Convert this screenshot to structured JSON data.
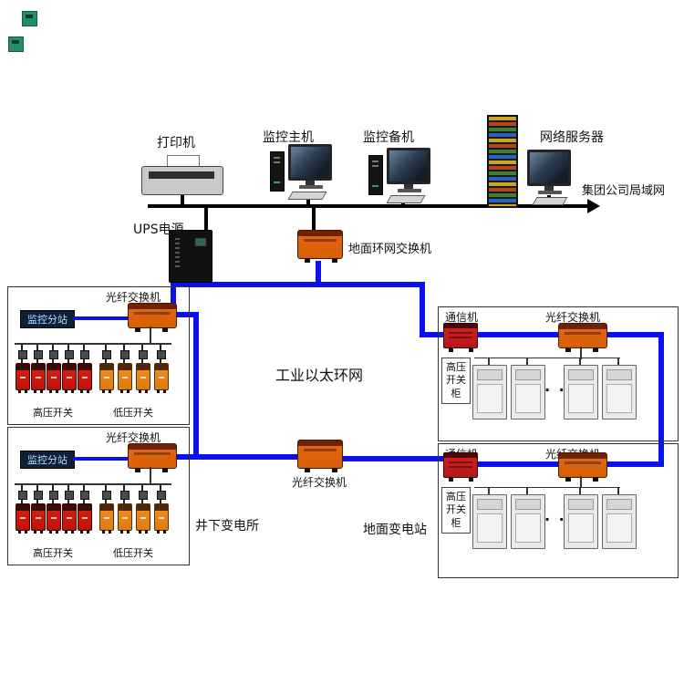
{
  "header": {
    "printer": "打印机",
    "ups": "UPS电源",
    "host": "监控主机",
    "backup": "监控备机",
    "server": "网络服务器",
    "lan": "集团公司局域网",
    "ground_switch": "地面环网交换机"
  },
  "ring": {
    "label": "工业以太环网"
  },
  "underground_top": {
    "fiber": "光纤交换机",
    "substation": "监控分站",
    "hv": "高压开关",
    "lv": "低压开关"
  },
  "underground_bottom": {
    "fiber": "光纤交换机",
    "substation": "监控分站",
    "hv": "高压开关",
    "lv": "低压开关",
    "caption": "井下变电所"
  },
  "center_switch": {
    "label": "光纤交换机"
  },
  "surface_top": {
    "comm": "通信机",
    "fiber": "光纤交换机",
    "cabinet": "高压开关柜",
    "dots": "· ·"
  },
  "surface_bottom": {
    "comm": "通信机",
    "fiber": "光纤交换机",
    "cabinet": "高压开关柜",
    "dots": "· ·",
    "caption": "地面变电站"
  },
  "colors": {
    "ring_blue": "#0b10ee",
    "switch_orange": "#e2660a",
    "hv_red": "#d41d12",
    "lv_orange": "#f0891c",
    "line_black": "#000000"
  }
}
